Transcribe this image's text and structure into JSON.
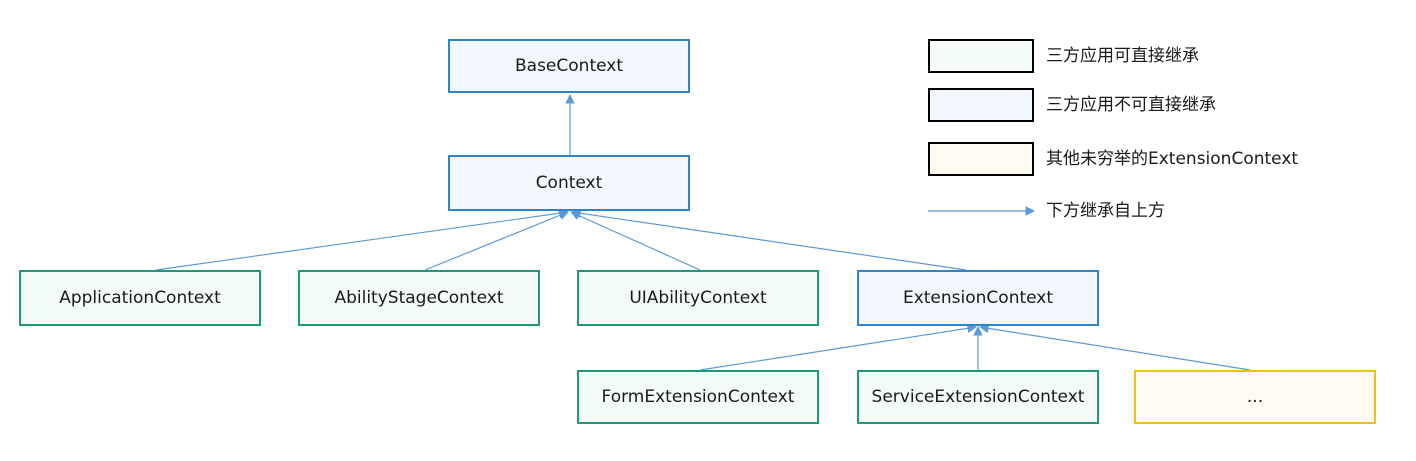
{
  "nodes": {
    "base_context": "BaseContext",
    "context": "Context",
    "application_context": "ApplicationContext",
    "ability_stage_context": "AbilityStageContext",
    "ui_ability_context": "UIAbilityContext",
    "extension_context": "ExtensionContext",
    "form_extension_context": "FormExtensionContext",
    "service_extension_context": "ServiceExtensionContext",
    "other_extension_context": "..."
  },
  "legend": {
    "inheritable": "三方应用可直接继承",
    "not_inheritable": "三方应用不可直接继承",
    "other_extensions": "其他未穷举的ExtensionContext",
    "arrow_meaning": "下方继承自上方"
  },
  "colors": {
    "inheritable_border": "#1f9a78",
    "inheritable_fill": "#f3fbf7",
    "not_inheritable_border": "#2e86c8",
    "not_inheritable_fill": "#f1f7fd",
    "other_border": "#f1be1a",
    "other_fill": "#fffbf0",
    "arrow": "#5b9bd5"
  }
}
